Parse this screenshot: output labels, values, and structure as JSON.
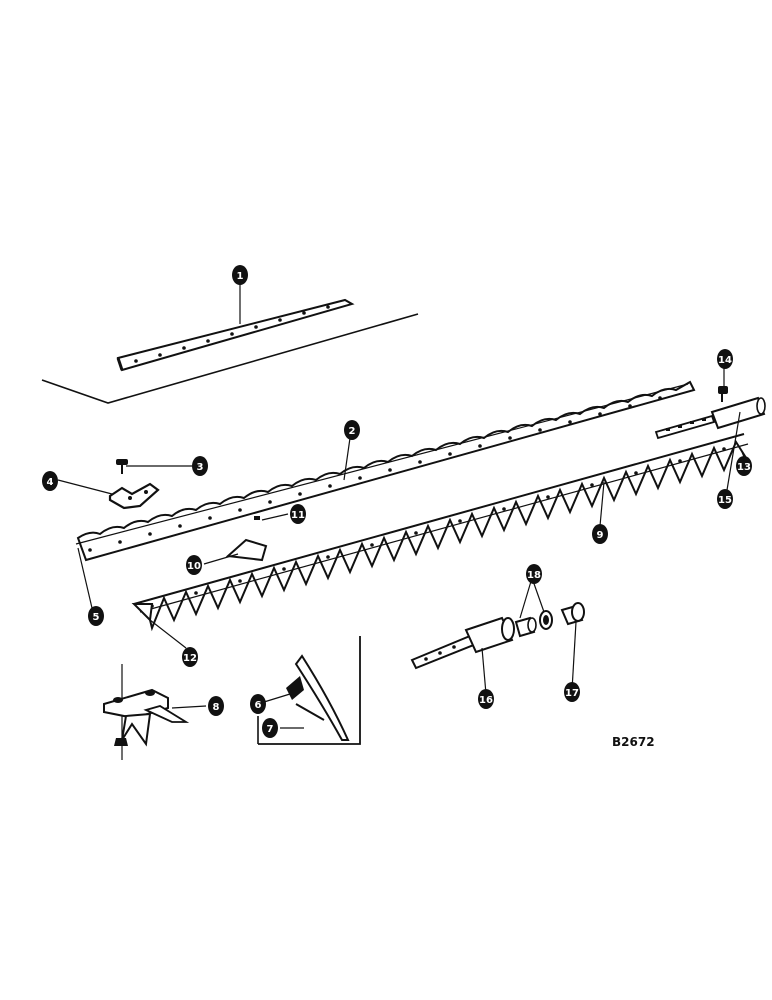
{
  "diagram": {
    "drawing_number": "B2672",
    "callouts": [
      "1",
      "2",
      "3",
      "4",
      "5",
      "6",
      "7",
      "8",
      "9",
      "10",
      "11",
      "12",
      "13",
      "14",
      "15",
      "16",
      "17",
      "18"
    ]
  }
}
